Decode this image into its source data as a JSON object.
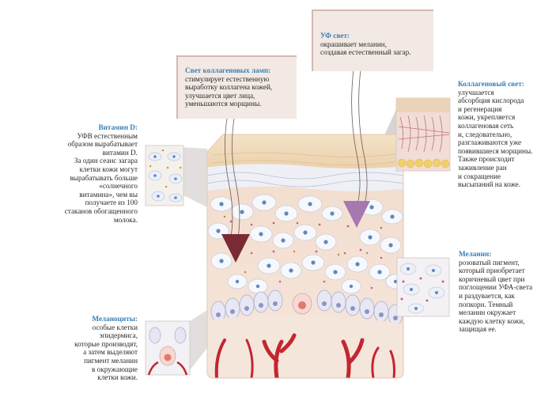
{
  "colors": {
    "title_blue": "#3a7fb4",
    "skin": "#f3dcc5",
    "callout_bg": "#f3e9e4",
    "collagen_arrow": "#7a2a35",
    "uv_arrow": "#a678b0",
    "vessel": "#c3262f",
    "cell_blue": "#5e86c8"
  },
  "labels": {
    "vitamin_d": {
      "title": "Витамин D:",
      "lines": [
        "УФВ естественным",
        "образом вырабатывает",
        "витамин D.",
        "За один сеанс загара",
        "клетки кожи могут",
        "вырабатывать больше",
        "«солнечного",
        "витамина», чем вы",
        "получаете из 100",
        "стаканов обогащенного",
        "молока."
      ]
    },
    "collagen_lamps": {
      "title": "Свет коллагеновых ламп:",
      "lines": [
        "стимулирует естественную",
        "выработку коллагена кожей,",
        "улучшается цвет лица,",
        "уменьшаются морщины."
      ]
    },
    "uv_light": {
      "title": "УФ свет:",
      "lines": [
        "окрашивает меланин,",
        "создавая естественный загар."
      ]
    },
    "collagen_light": {
      "title": "Коллагеновый свет:",
      "lines": [
        "улучшается",
        "абсорбция кислорода",
        "и регенерация",
        "кожи, укрепляется",
        "коллагеновая сеть",
        "и, следовательно,",
        "разглаживаются уже",
        "появившиеся морщины.",
        "Также происходит",
        "заживление ран",
        "и сокращение",
        "высыпаний на коже."
      ]
    },
    "melanin": {
      "title": "Меланин:",
      "lines": [
        "розоватый пигмент,",
        "который приобретает",
        "коричневый цвет при",
        "поглощении УФА-света",
        "и раздувается, как",
        "попкорн. Темный",
        "меланин окружает",
        "каждую клетку кожи,",
        "защищая ее."
      ]
    },
    "melanocytes": {
      "title": "Меланоциты:",
      "lines": [
        "особые клетки",
        "эпидермиса,",
        "которые производят,",
        "а затем выделяют",
        "пигмент меланин",
        "в окружающие",
        "клетки кожи."
      ]
    }
  }
}
